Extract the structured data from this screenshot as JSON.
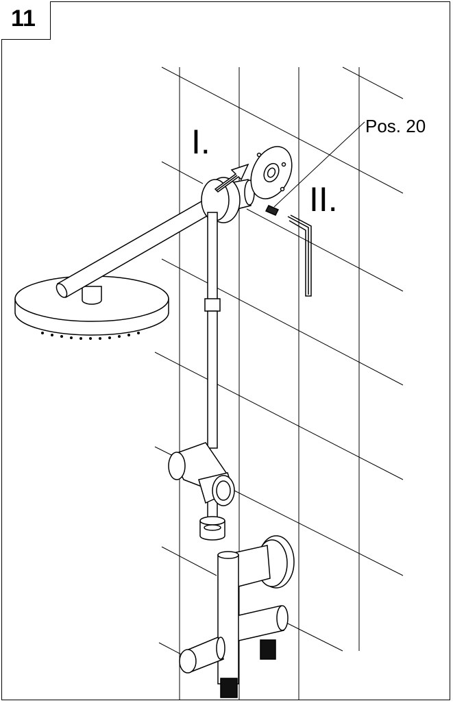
{
  "step": {
    "number": "11"
  },
  "labels": {
    "position": "Pos. 20",
    "step_one": "I.",
    "step_two": "II."
  }
}
